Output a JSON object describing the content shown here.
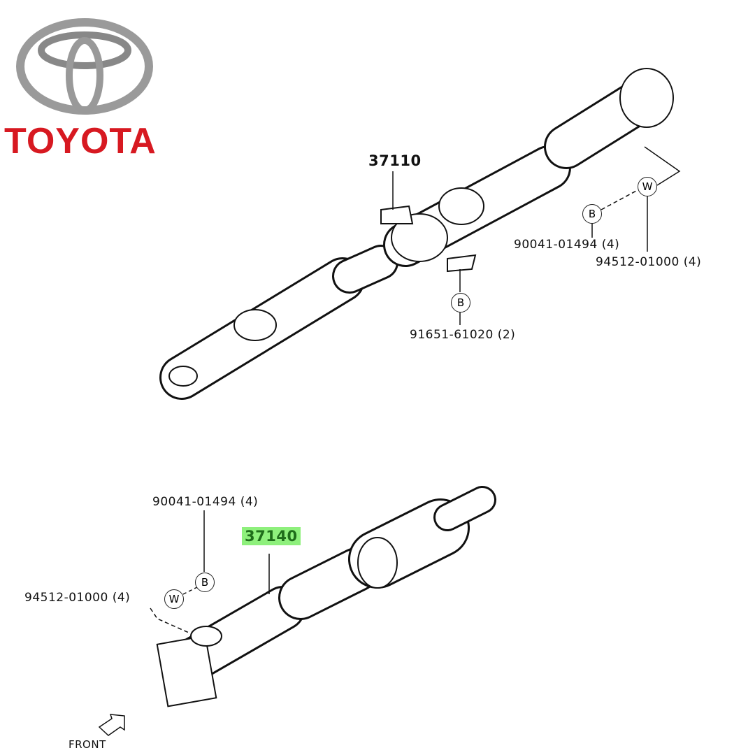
{
  "brand": {
    "name": "TOYOTA",
    "color": "#d71921"
  },
  "upper_assembly": {
    "part_number": "37110",
    "callouts": [
      {
        "text": "90041-01494 (4)",
        "symbol": "B"
      },
      {
        "text": "94512-01000 (4)",
        "symbol": "W"
      },
      {
        "text": "91651-61020 (2)",
        "symbol": "B"
      }
    ]
  },
  "lower_assembly": {
    "part_number": "37140",
    "highlight_color": "#8ef07c",
    "callouts": [
      {
        "text": "90041-01494 (4)",
        "symbol": "B"
      },
      {
        "text": "94512-01000 (4)",
        "symbol": "W"
      }
    ]
  },
  "direction_label": "FRONT"
}
